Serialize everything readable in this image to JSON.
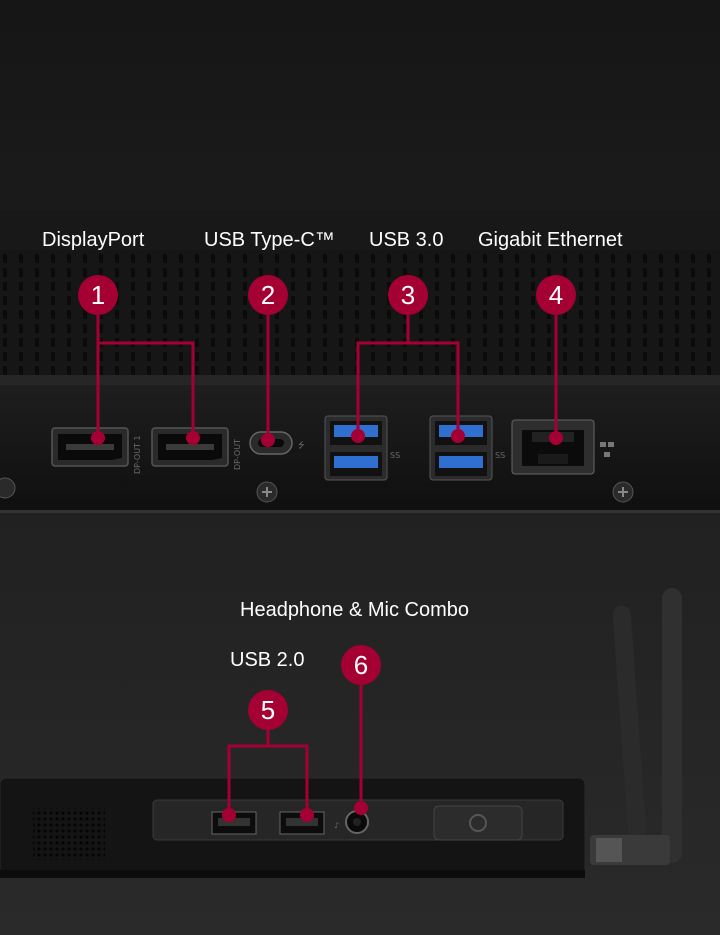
{
  "labels": {
    "displayport": "DisplayPort",
    "usb_type_c": "USB Type-C™",
    "usb_3": "USB 3.0",
    "gigabit_ethernet": "Gigabit Ethernet",
    "headphone_mic": "Headphone & Mic Combo",
    "usb_2": "USB 2.0"
  },
  "callouts": [
    "1",
    "2",
    "3",
    "4",
    "5",
    "6"
  ],
  "port_markings": {
    "dp_out_1": "DP-OUT 1",
    "dp_out": "DP-OUT",
    "ss": "SS"
  },
  "colors": {
    "background": "#1c1c1c",
    "device_body": "#151515",
    "callout": "#a50034",
    "usb3_blue": "#2f6fd0",
    "label_text": "#ffffff"
  },
  "icons": [
    "usb-icon",
    "ethernet-icon",
    "power-icon",
    "headphone-icon",
    "screw-icon",
    "speaker-grille"
  ]
}
